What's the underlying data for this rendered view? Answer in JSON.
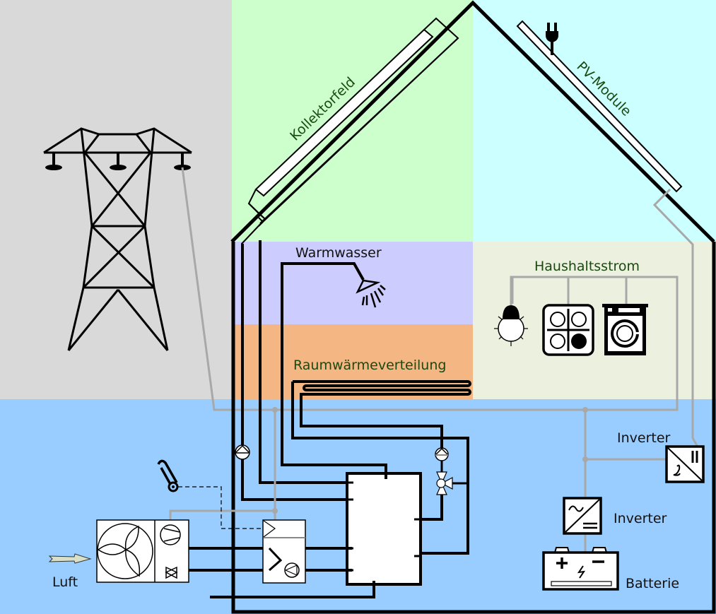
{
  "diagram": {
    "labels": {
      "collector": "Kollektorfeld",
      "pv": "PV-Module",
      "hot_water": "Warmwasser",
      "space_heating": "Raumwärmeverteilung",
      "household": "Haushaltsstrom",
      "inverter_pv": "Inverter",
      "inverter_battery": "Inverter",
      "battery": "Batterie",
      "air": "Luft"
    },
    "zones": [
      {
        "name": "grid",
        "color": "#d9d9d9"
      },
      {
        "name": "collector",
        "color": "#ccffcc"
      },
      {
        "name": "pv",
        "color": "#ccffff"
      },
      {
        "name": "hot-water",
        "color": "#ccccff"
      },
      {
        "name": "space-heating",
        "color": "#f4b683"
      },
      {
        "name": "household",
        "color": "#ebf0df"
      },
      {
        "name": "technical-room",
        "color": "#99ccff"
      }
    ],
    "colors": {
      "pipe": "#000000",
      "electric_wire": "#a8a8a8",
      "label_green": "#1a4a10",
      "label_dark": "#111111"
    },
    "icons": {
      "pylon": "power-pylon-icon",
      "plug": "plug-icon",
      "shower": "shower-icon",
      "bulb": "light-bulb-icon",
      "stove": "stove-icon",
      "washer": "washing-machine-icon",
      "thermometer": "thermometer-icon",
      "battery_plus": "+",
      "battery_minus": "−"
    }
  }
}
